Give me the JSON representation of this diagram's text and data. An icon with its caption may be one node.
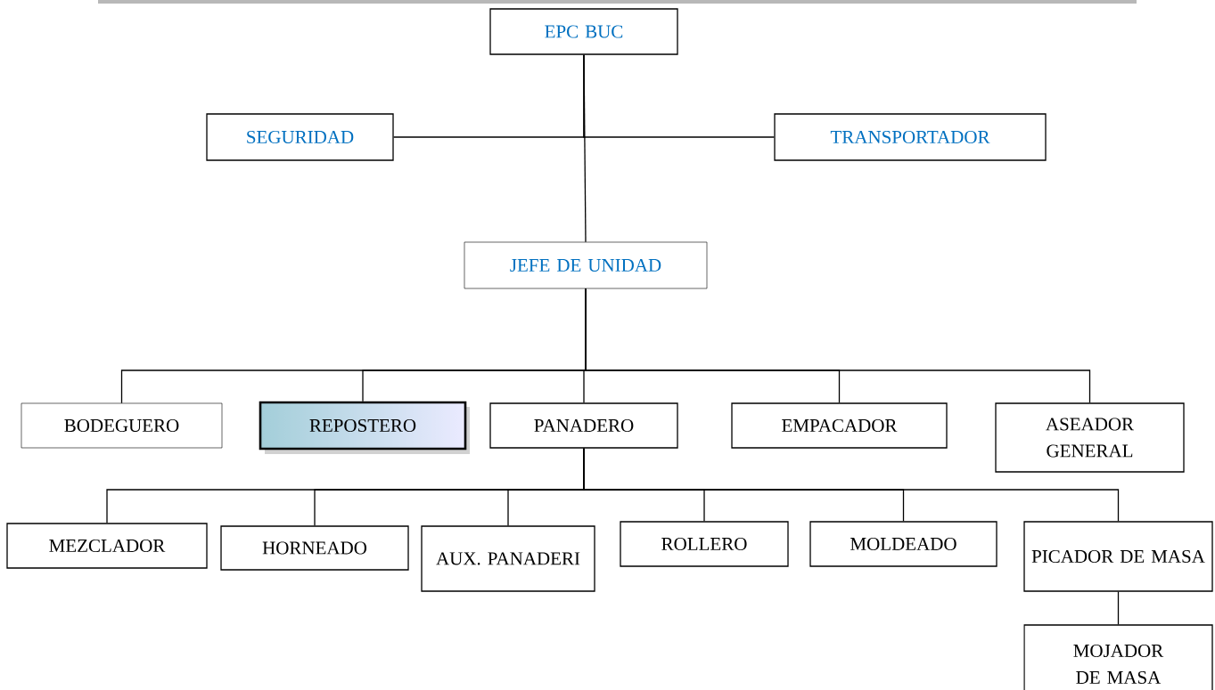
{
  "diagram": {
    "nodes": [
      {
        "text": [
          "EPC BUC"
        ]
      },
      {
        "text": [
          "SEGURIDAD"
        ]
      },
      {
        "text": [
          "TRANSPORTADOR"
        ]
      },
      {
        "text": [
          "JEFE DE UNIDAD"
        ]
      },
      {
        "text": [
          "BODEGUERO"
        ]
      },
      {
        "text": [
          "REPOSTERO"
        ]
      },
      {
        "text": [
          "PANADERO"
        ]
      },
      {
        "text": [
          "EMPACADOR"
        ]
      },
      {
        "text": [
          "ASEADOR GENERAL"
        ]
      },
      {
        "text": [
          "MEZCLADOR"
        ]
      },
      {
        "text": [
          "HORNEADO"
        ]
      },
      {
        "text": [
          "AUX. PANADERI"
        ]
      },
      {
        "text": [
          "ROLLERO"
        ]
      },
      {
        "text": [
          "MOLDEADO"
        ]
      },
      {
        "text": [
          "PICADOR DE MASA"
        ]
      },
      {
        "text": [
          "MOJADOR DE MASA"
        ]
      }
    ],
    "edges": [
      {
        "from": 0,
        "to": 1,
        "arrow": "none"
      },
      {
        "from": 0,
        "to": 2,
        "arrow": "none"
      },
      {
        "from": 0,
        "to": 3,
        "arrow": "none"
      },
      {
        "from": 3,
        "to": 4,
        "arrow": "none"
      },
      {
        "from": 3,
        "to": 5,
        "arrow": "none"
      },
      {
        "from": 3,
        "to": 6,
        "arrow": "none"
      },
      {
        "from": 3,
        "to": 7,
        "arrow": "none"
      },
      {
        "from": 3,
        "to": 8,
        "arrow": "none"
      },
      {
        "from": 6,
        "to": 9,
        "arrow": "none"
      },
      {
        "from": 6,
        "to": 10,
        "arrow": "none"
      },
      {
        "from": 6,
        "to": 11,
        "arrow": "none"
      },
      {
        "from": 6,
        "to": 12,
        "arrow": "none"
      },
      {
        "from": 6,
        "to": 13,
        "arrow": "none"
      },
      {
        "from": 6,
        "to": 14,
        "arrow": "none"
      },
      {
        "from": 14,
        "to": 15,
        "arrow": "none"
      }
    ]
  }
}
